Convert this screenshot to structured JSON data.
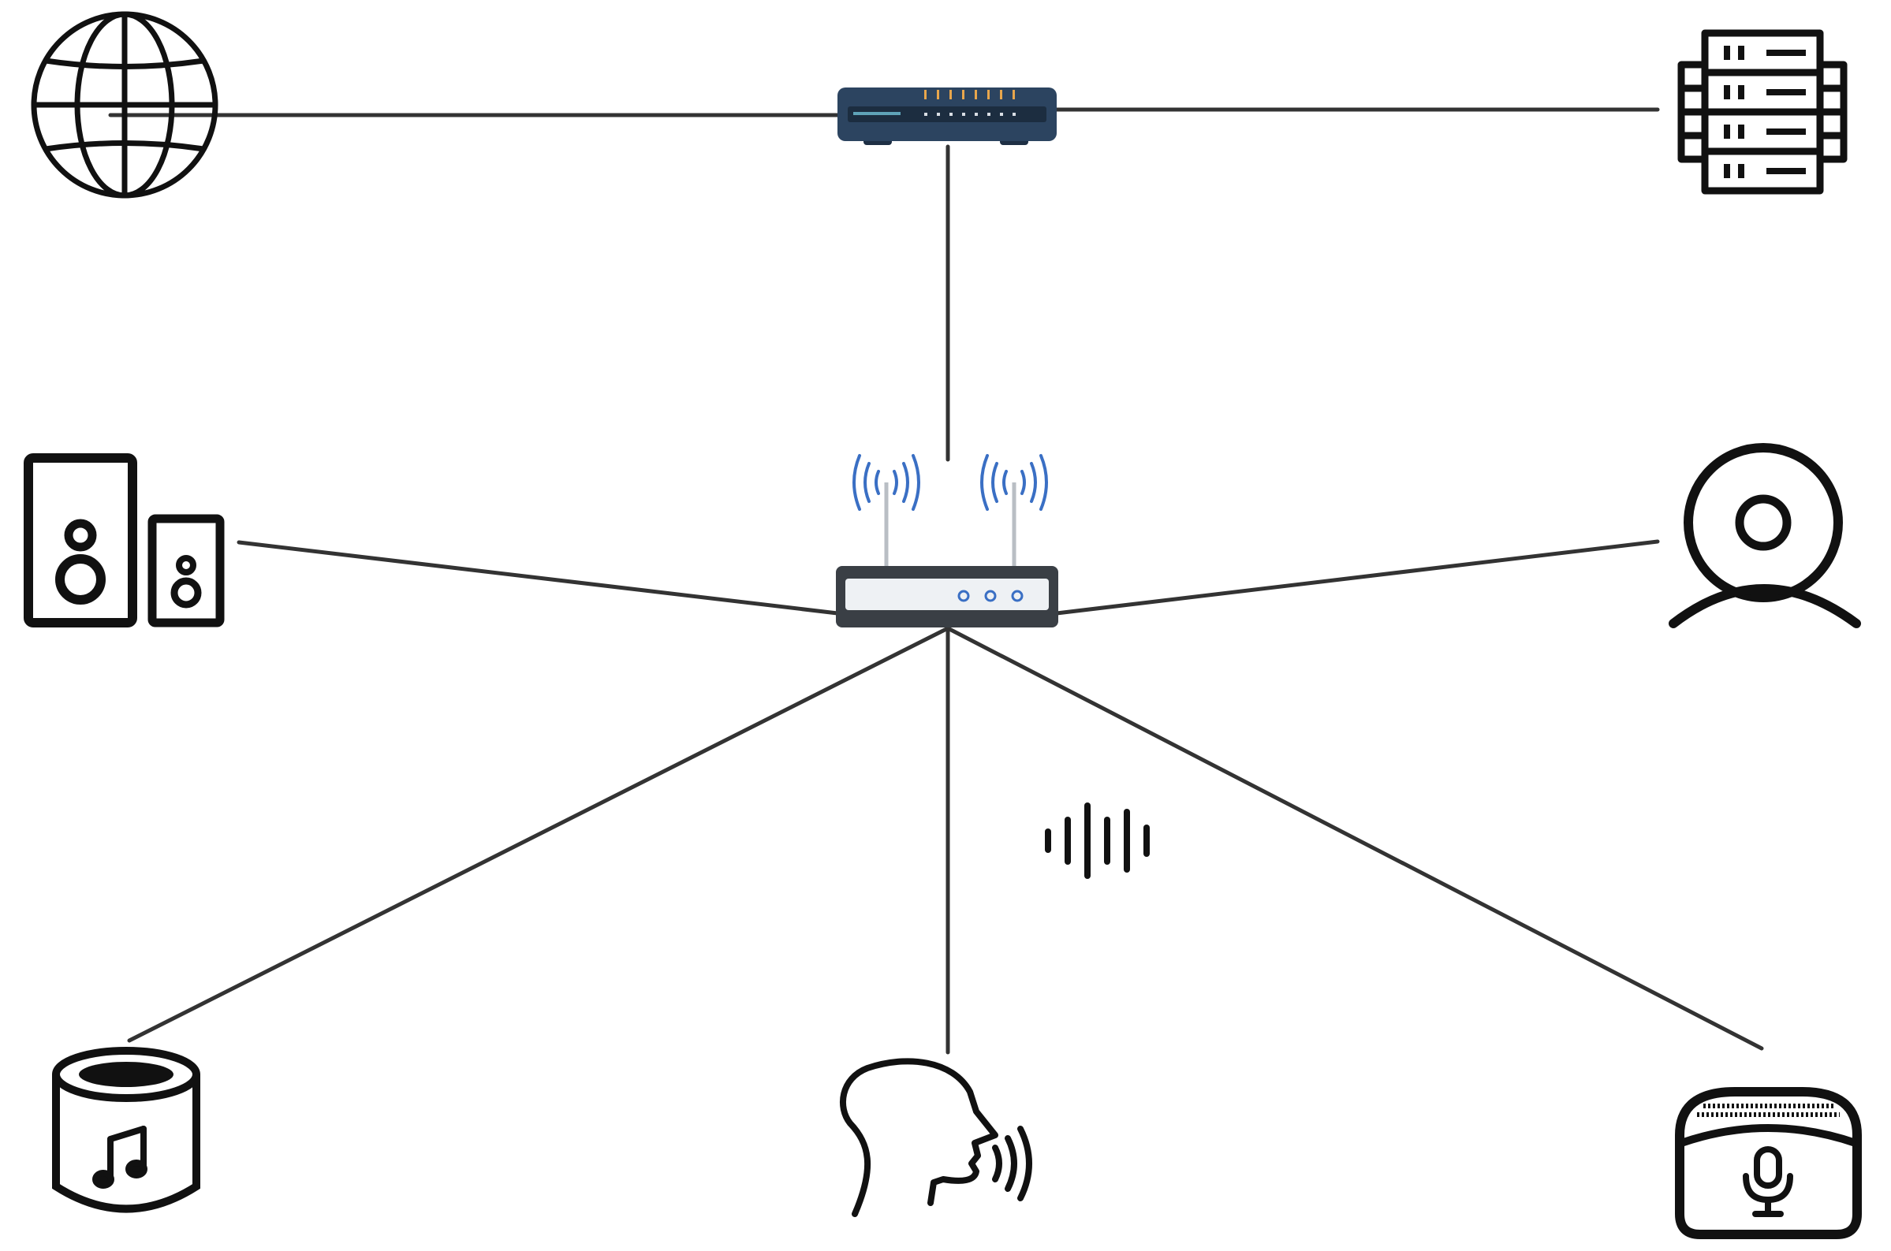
{
  "diagram": {
    "nodes": [
      {
        "id": "internet",
        "icon": "globe-icon"
      },
      {
        "id": "modem",
        "icon": "modem-icon"
      },
      {
        "id": "server",
        "icon": "server-rack-icon"
      },
      {
        "id": "wifi-router",
        "icon": "wifi-router-icon"
      },
      {
        "id": "speakers",
        "icon": "speakers-icon"
      },
      {
        "id": "webcam",
        "icon": "webcam-icon"
      },
      {
        "id": "smart-speaker-music",
        "icon": "smart-speaker-music-icon"
      },
      {
        "id": "user-speaking",
        "icon": "person-speaking-icon"
      },
      {
        "id": "voice-assistant-speaker",
        "icon": "voice-assistant-speaker-icon"
      },
      {
        "id": "sound-wave",
        "icon": "sound-wave-icon"
      }
    ],
    "edges": [
      {
        "from": "internet",
        "to": "modem"
      },
      {
        "from": "modem",
        "to": "server"
      },
      {
        "from": "modem",
        "to": "wifi-router"
      },
      {
        "from": "wifi-router",
        "to": "speakers"
      },
      {
        "from": "wifi-router",
        "to": "webcam"
      },
      {
        "from": "wifi-router",
        "to": "smart-speaker-music"
      },
      {
        "from": "wifi-router",
        "to": "user-speaking"
      },
      {
        "from": "wifi-router",
        "to": "voice-assistant-speaker"
      }
    ],
    "colors": {
      "line": "#333333",
      "icon": "#111111",
      "modem_body": "#2c4460",
      "modem_led": "#e8a64c",
      "wifi_signal": "#3a6fc4",
      "router_body": "#3a3f45",
      "router_face": "#eef1f4"
    }
  }
}
